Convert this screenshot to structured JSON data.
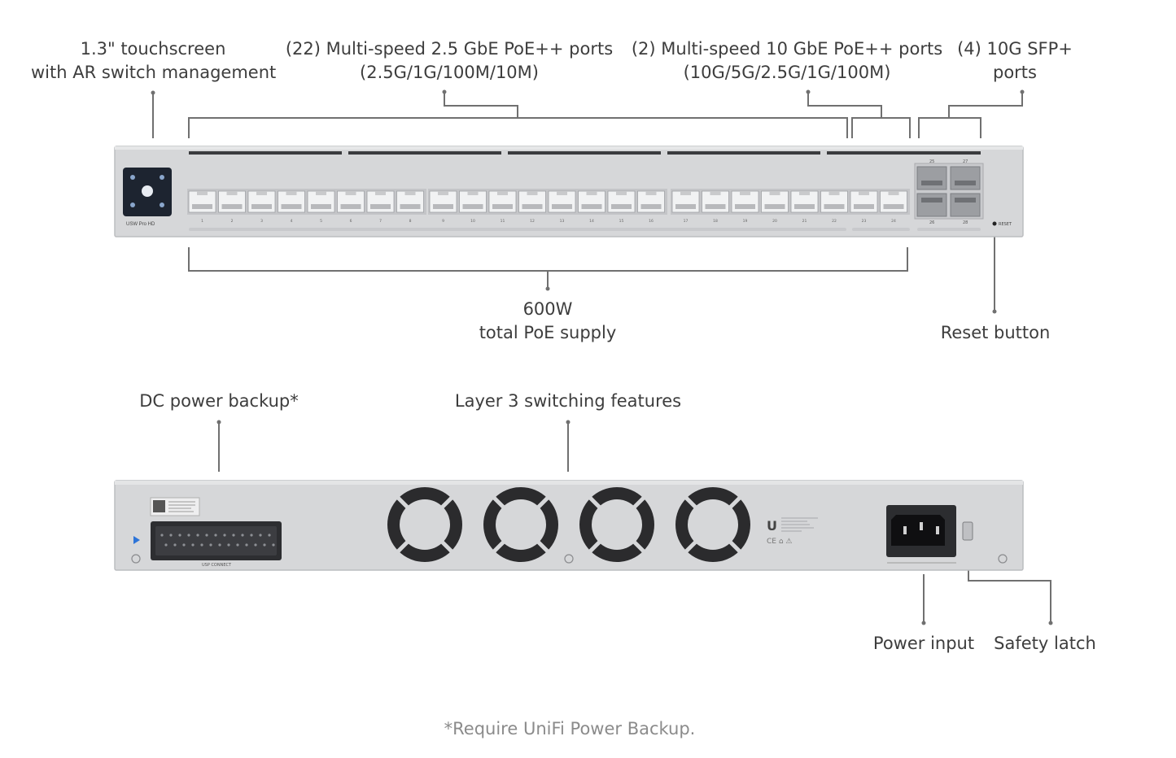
{
  "front_labels": {
    "touchscreen": [
      "1.3\" touchscreen",
      "with AR switch management"
    ],
    "ports_25g": [
      "(22) Multi-speed 2.5 GbE PoE++ ports",
      "(2.5G/1G/100M/10M)"
    ],
    "ports_10g": [
      "(2) Multi-speed 10 GbE PoE++ ports",
      "(10G/5G/2.5G/1G/100M)"
    ],
    "sfp": [
      "(4) 10G SFP+",
      "ports"
    ],
    "poe": [
      "600W",
      "total PoE supply"
    ],
    "reset": "Reset button"
  },
  "rear_labels": {
    "dc_backup": "DC power backup*",
    "layer3": "Layer 3 switching features",
    "power_input": "Power input",
    "safety_latch": "Safety latch"
  },
  "device": {
    "model_badge": "USW Pro HD",
    "reset_text": "RESET",
    "usp_text": "USP CONNECT",
    "sfp_numbers": [
      "25",
      "27",
      "26",
      "28"
    ],
    "port_labels": [
      "1",
      "2",
      "3",
      "4",
      "5",
      "6",
      "7",
      "8",
      "9",
      "10",
      "11",
      "12",
      "13",
      "14",
      "15",
      "16",
      "17",
      "18",
      "19",
      "20",
      "21",
      "22",
      "23",
      "24"
    ]
  },
  "footnote": "*Require UniFi Power Backup.",
  "colors": {
    "chassis": "#d7d8da",
    "chassis_edge": "#b9babd",
    "port": "#f1f2f3",
    "fan": "#2b2b2d",
    "callout_line": "#6f6f6f",
    "screen": "#1d2430"
  }
}
